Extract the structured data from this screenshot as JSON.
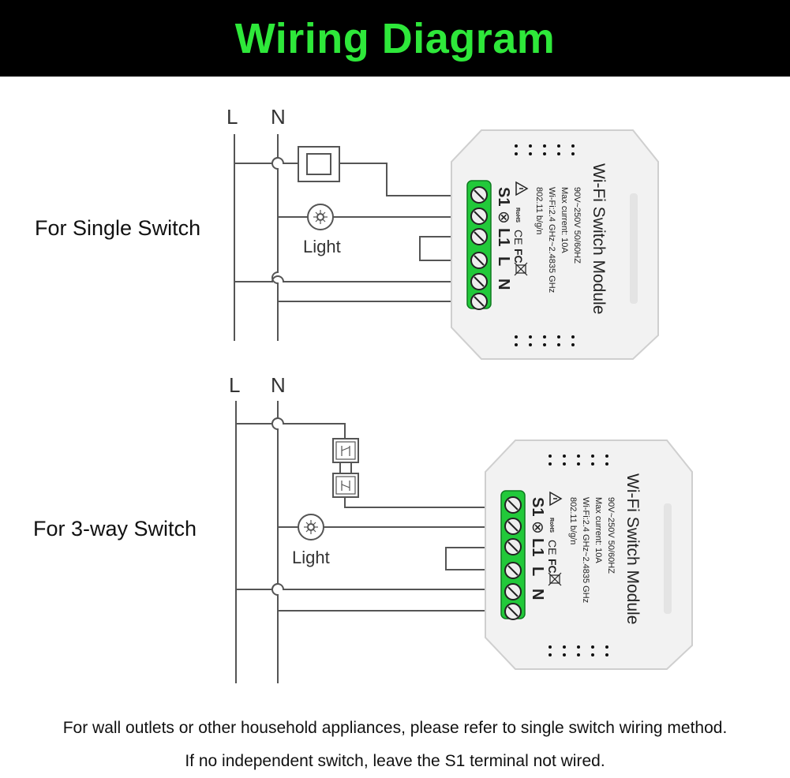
{
  "header": {
    "title": "Wiring Diagram"
  },
  "colors": {
    "accent": "#2ee83a",
    "terminal_green": "#22c93a",
    "header_bg": "#000000"
  },
  "diagram_single": {
    "caption": "For Single Switch",
    "line_label": "L",
    "neutral_label": "N",
    "light_label": "Light"
  },
  "diagram_3way": {
    "caption": "For 3-way Switch",
    "line_label": "L",
    "neutral_label": "N",
    "light_label": "Light"
  },
  "module": {
    "title": "Wi-Fi Switch Module",
    "spec_voltage": "90V~250V  50/60HZ",
    "spec_current": "Max current: 10A",
    "spec_wifi": "Wi-Fi:2.4 GHz~2.4835 GHz",
    "spec_standard": "802.11 b/g/n",
    "terminals": [
      "S1",
      "⊗",
      "L1",
      "L",
      "N"
    ],
    "icons": [
      "warning-icon",
      "rohs-icon",
      "ce-icon",
      "fcc-icon",
      "weee-bin-icon"
    ]
  },
  "footer": {
    "note1": "For wall outlets or other household appliances, please refer to single switch wiring method.",
    "note2": "If no independent switch, leave the S1 terminal not wired."
  }
}
